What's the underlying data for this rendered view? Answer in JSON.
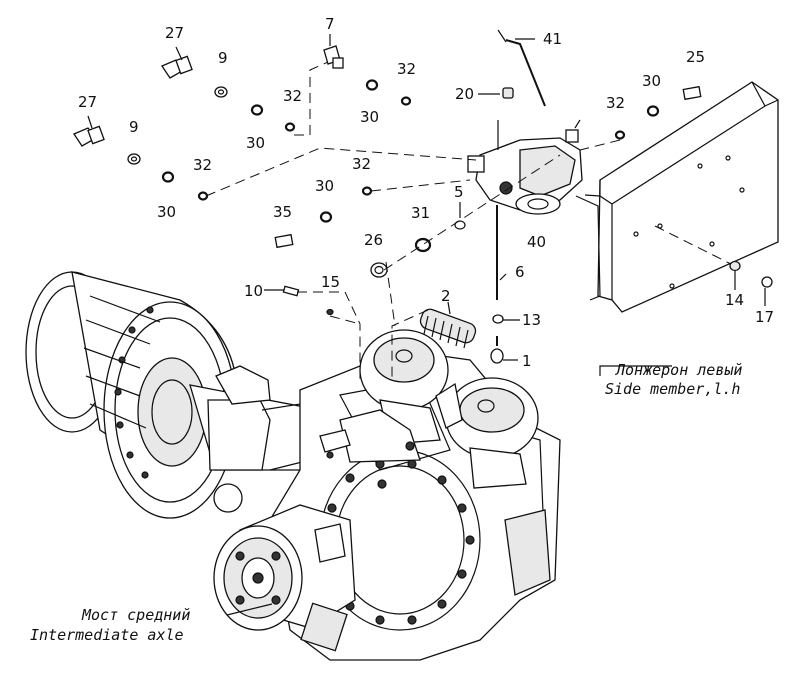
{
  "diagram": {
    "labels": {
      "p27a": "27",
      "p27b": "27",
      "p9a": "9",
      "p9b": "9",
      "p7": "7",
      "p32a": "32",
      "p32b": "32",
      "p32c": "32",
      "p32d": "32",
      "p32e": "32",
      "p30a": "30",
      "p30b": "30",
      "p30c": "30",
      "p30d": "30",
      "p30e": "30",
      "p41": "41",
      "p20": "20",
      "p25": "25",
      "p5": "5",
      "p35": "35",
      "p31": "31",
      "p26": "26",
      "p40": "40",
      "p6": "6",
      "p10": "10",
      "p15": "15",
      "p2": "2",
      "p13": "13",
      "p1": "1",
      "p14": "14",
      "p17": "17"
    },
    "captions": {
      "side_member_ru": "Лонжерон левый",
      "side_member_en": "Side member,l.h",
      "axle_ru": "Мост средний",
      "axle_en": "Intermediate axle"
    }
  }
}
